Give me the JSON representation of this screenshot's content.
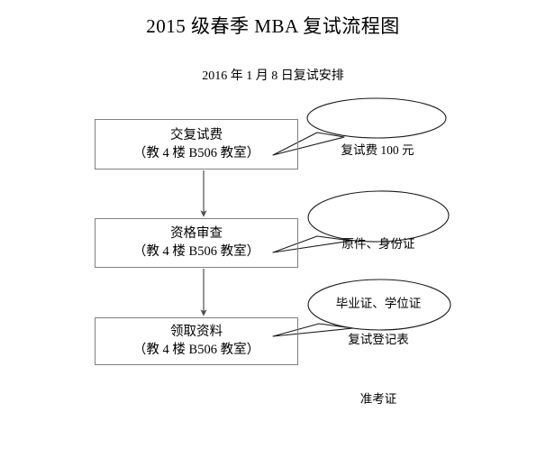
{
  "page": {
    "title": "2015 级春季 MBA 复试流程图",
    "subtitle": "2016 年 1 月 8 日复试安排",
    "background_color": "#ffffff",
    "text_color": "#000000",
    "box_border_color": "#808080",
    "connector_color": "#4d4d4d",
    "callout_border_color": "#1a1a1a"
  },
  "flow": {
    "steps": [
      {
        "name": "交复试费",
        "location": "（教 4 楼 B506 教室）",
        "callout": {
          "lines": [
            "复试费 100 元"
          ]
        }
      },
      {
        "name": "资格审查",
        "location": "（教 4 楼 B506 教室）",
        "callout": {
          "lines": [
            "原件、身份证",
            "毕业证、学位证"
          ]
        }
      },
      {
        "name": "领取资料",
        "location": "（教 4 楼 B506 教室）",
        "callout": {
          "lines": [
            "复试登记表",
            "准考证"
          ]
        }
      }
    ],
    "connectors": [
      {
        "from": "交复试费",
        "to": "资格审查",
        "arrow": "down"
      },
      {
        "from": "资格审查",
        "to": "领取资料",
        "arrow": "down"
      }
    ]
  }
}
